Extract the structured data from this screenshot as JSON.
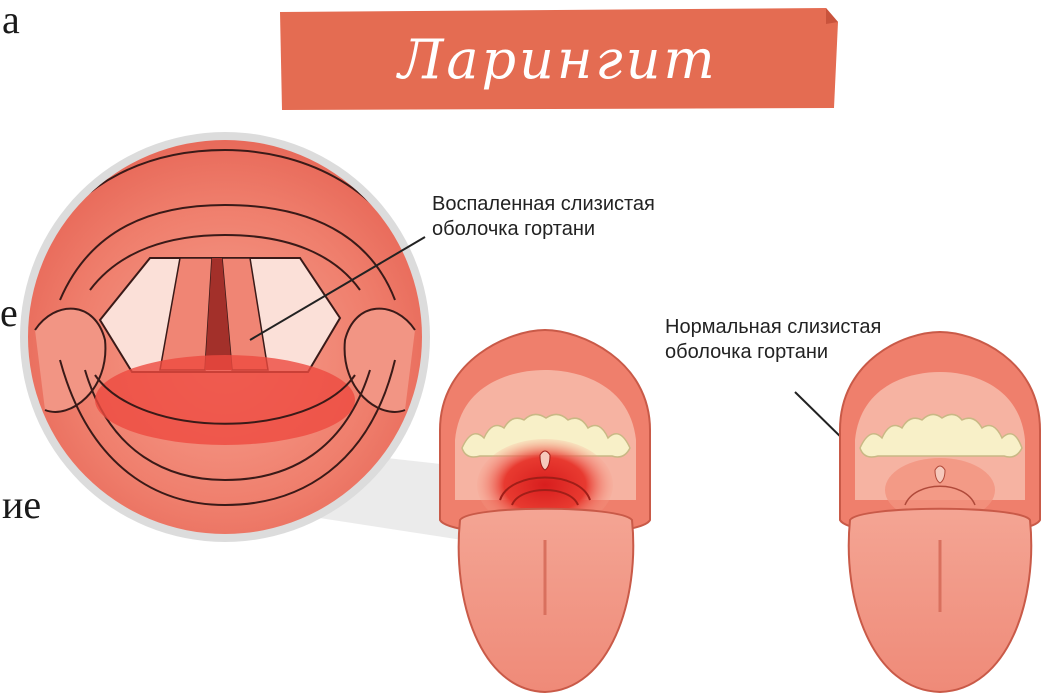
{
  "title": "Ларингит",
  "labels": {
    "inflamed_line1": "Воспаленная слизистая",
    "inflamed_line2": "оболочка гортани",
    "normal_line1": "Нормальная слизистая",
    "normal_line2": "оболочка гортани"
  },
  "cropped_text": {
    "top": "а",
    "middle": "е",
    "bottom": "ие"
  },
  "colors": {
    "banner": "#e8745a",
    "mucosa": "#f08a78",
    "inflamed": "#e0302a",
    "teeth": "#f8f0c8",
    "tongue": "#f29a88"
  }
}
